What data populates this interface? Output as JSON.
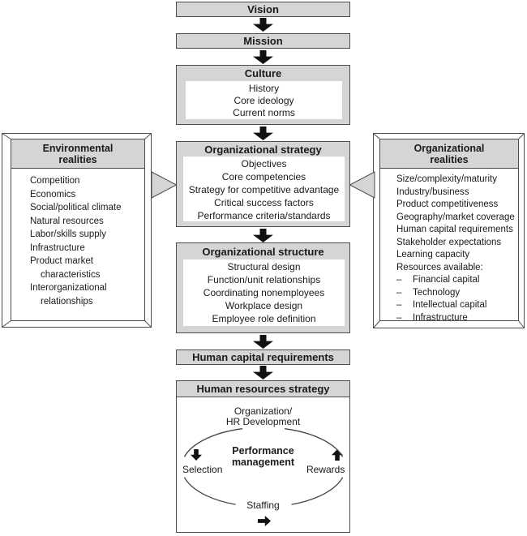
{
  "colors": {
    "header_fill": "#d5d5d5",
    "border": "#4c4c4c",
    "arrow": "#111111",
    "panel_fill": "#ffffff"
  },
  "top_flow": {
    "vision": "Vision",
    "mission": "Mission",
    "culture": {
      "title": "Culture",
      "items": [
        "History",
        "Core ideology",
        "Current norms"
      ]
    }
  },
  "strategy_box": {
    "title": "Organizational strategy",
    "items": [
      "Objectives",
      "Core competencies",
      "Strategy for competitive advantage",
      "Critical success factors",
      "Performance criteria/standards"
    ]
  },
  "structure_box": {
    "title": "Organizational structure",
    "items": [
      "Structural design",
      "Function/unit relationships",
      "Coordinating nonemployees",
      "Workplace design",
      "Employee role definition"
    ]
  },
  "hcr_label": "Human capital requirements",
  "hrs_box": {
    "title": "Human resources strategy",
    "node_top": "Organization/\nHR Development",
    "node_center": "Performance\nmanagement",
    "node_left": "Selection",
    "node_right": "Rewards",
    "node_bottom": "Staffing"
  },
  "env_panel": {
    "title": "Environmental\nrealities",
    "items": [
      "Competition",
      "Economics",
      "Social/political climate",
      "Natural resources",
      "Labor/skills supply",
      "Infrastructure",
      "Product market characteristics",
      "Interorganizational relationships"
    ]
  },
  "org_panel": {
    "title": "Organizational\nrealities",
    "items": [
      "Size/complexity/maturity",
      "Industry/business",
      "Product competitiveness",
      "Geography/market coverage",
      "Human capital requirements",
      "Stakeholder expectations",
      "Learning capacity",
      "Resources available:"
    ],
    "dash": "–",
    "dash_items": [
      "Financial capital",
      "Technology",
      "Intellectual capital",
      "Infrastructure"
    ]
  }
}
